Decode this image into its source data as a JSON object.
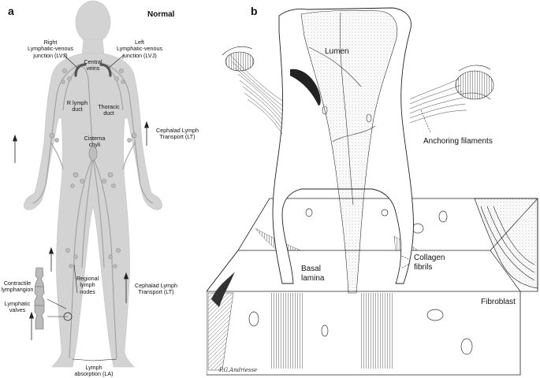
{
  "panel_a": {
    "letter": "a",
    "title": "Normal",
    "labels": {
      "right_lvj": [
        "Right",
        "Lymphatic-venous",
        "junction (LVJ)"
      ],
      "left_lvj": [
        "Left",
        "Lymphatic-venous",
        "junction (LVJ)"
      ],
      "central_veins": [
        "Central",
        "veins"
      ],
      "r_lymph_duct": [
        "R lymph",
        "duct"
      ],
      "thoracic_duct": [
        "Thoracic",
        "duct"
      ],
      "cisterna_chyli": [
        "Cisterna",
        "chyli"
      ],
      "cephalad_upper": [
        "Cephalad Lymph",
        "Transport (LT)"
      ],
      "cephalad_lower": [
        "Cephalad Lymph",
        "Transport (LT)"
      ],
      "contractile_lymphangion": [
        "Contractile",
        "lymphangion"
      ],
      "lymphatic_valves": [
        "Lymphatic",
        "valves"
      ],
      "regional_lymph_nodes": [
        "Regional",
        "lymph",
        "nodes"
      ],
      "lymph_absorption": [
        "Lymph",
        "absorption (LA)"
      ]
    }
  },
  "panel_b": {
    "letter": "b",
    "labels": {
      "lumen": "Lumen",
      "anchoring_filaments": "Anchoring filaments",
      "collagen_fibrils": [
        "Collagen",
        "fibrils"
      ],
      "basal_lamina": [
        "Basal",
        "lamina"
      ],
      "fibroblast": "Fibroblast"
    },
    "signature": "P.G.Andriesse"
  },
  "colors": {
    "body_fill": "#d3d3d3",
    "vessel": "#a0a0a0",
    "vein": "#555555",
    "line": "#222222"
  }
}
